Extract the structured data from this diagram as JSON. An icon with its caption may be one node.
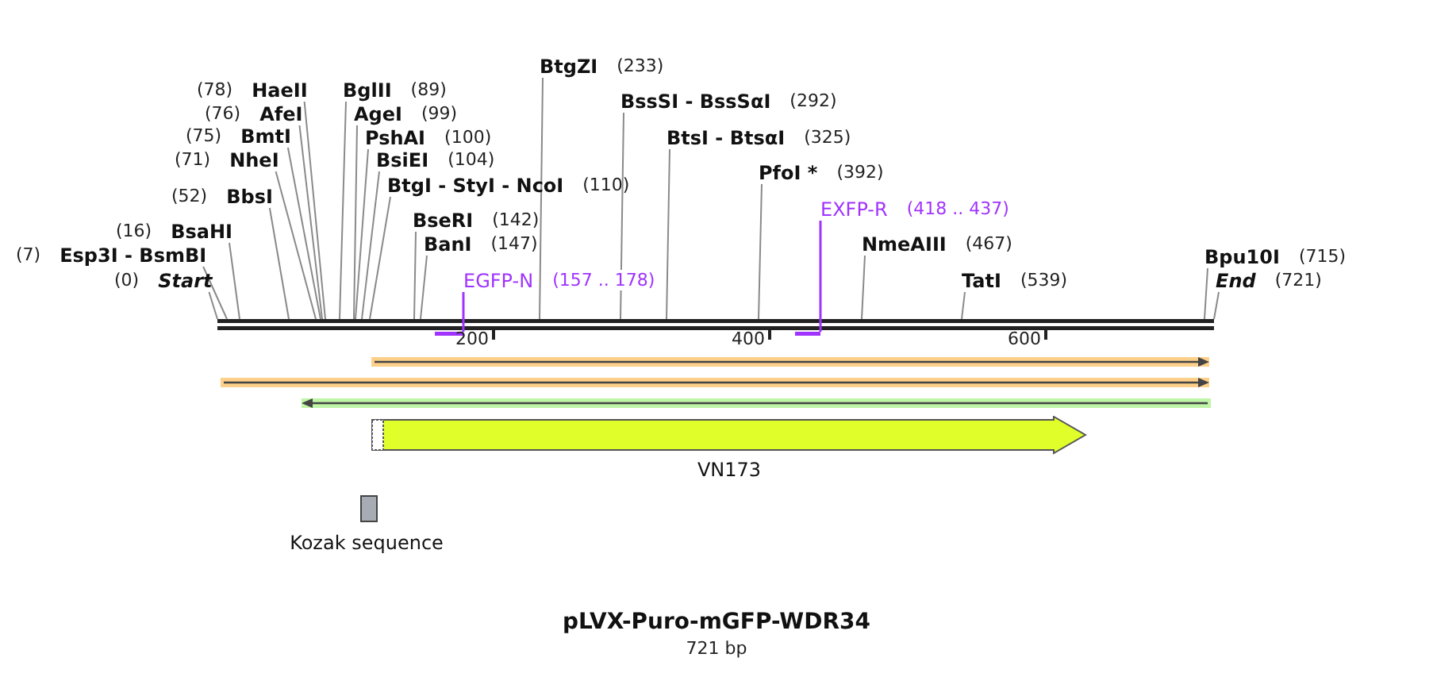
{
  "diagram": {
    "title": "pLVX-Puro-mGFP-WDR34",
    "caption": "721 bp",
    "nodes": [
      {
        "text": [
          "(0)",
          "Start"
        ]
      },
      {
        "text": [
          "(7)",
          "Esp3I - BsmBI"
        ]
      },
      {
        "text": [
          "(16)",
          "BsaHI"
        ]
      },
      {
        "text": [
          "(52)",
          "BbsI"
        ]
      },
      {
        "text": [
          "(71)",
          "NheI"
        ]
      },
      {
        "text": [
          "(75)",
          "BmtI"
        ]
      },
      {
        "text": [
          "(76)",
          "AfeI"
        ]
      },
      {
        "text": [
          "(78)",
          "HaeII"
        ]
      },
      {
        "text": [
          "BglII",
          "(89)"
        ]
      },
      {
        "text": [
          "AgeI",
          "(99)"
        ]
      },
      {
        "text": [
          "PshAI",
          "(100)"
        ]
      },
      {
        "text": [
          "BsiEI",
          "(104)"
        ]
      },
      {
        "text": [
          "BtgI - StyI - NcoI",
          "(110)"
        ]
      },
      {
        "text": [
          "BseRI",
          "(142)"
        ]
      },
      {
        "text": [
          "BanI",
          "(147)"
        ]
      },
      {
        "text": [
          "EGFP-N",
          "(157 .. 178)"
        ]
      },
      {
        "text": [
          "BtgZI",
          "(233)"
        ]
      },
      {
        "text": [
          "BssSI - BssSαI",
          "(292)"
        ]
      },
      {
        "text": [
          "BtsI - BtsαI",
          "(325)"
        ]
      },
      {
        "text": [
          "PfoI *",
          "(392)"
        ]
      },
      {
        "text": [
          "EXFP-R",
          "(418 .. 437)"
        ]
      },
      {
        "text": [
          "NmeAIII",
          "(467)"
        ]
      },
      {
        "text": [
          "TatI",
          "(539)"
        ]
      },
      {
        "text": [
          "Bpu10I",
          "(715)"
        ]
      },
      {
        "text": [
          "End",
          "(721)"
        ]
      },
      {
        "text": [],
        "shape": "bar"
      },
      {
        "text": [],
        "shape": "bar"
      },
      {
        "text": [],
        "shape": "bar"
      },
      {
        "text": [],
        "shape": "arrow"
      },
      {
        "text": [],
        "shape": "arrow"
      },
      {
        "text": [],
        "shape": "arrow"
      },
      {
        "text": [
          "VN173"
        ]
      },
      {
        "text": [
          "Kozak sequence"
        ]
      }
    ],
    "edges": [
      {
        "from": 0,
        "to": 25,
        "arrow": "none"
      },
      {
        "from": 1,
        "to": 25,
        "arrow": "none"
      },
      {
        "from": 2,
        "to": 25,
        "arrow": "none"
      },
      {
        "from": 3,
        "to": 25,
        "arrow": "none"
      },
      {
        "from": 4,
        "to": 25,
        "arrow": "none"
      },
      {
        "from": 5,
        "to": 25,
        "arrow": "none"
      },
      {
        "from": 6,
        "to": 25,
        "arrow": "none"
      },
      {
        "from": 7,
        "to": 25,
        "arrow": "none"
      },
      {
        "from": 8,
        "to": 25,
        "arrow": "none"
      },
      {
        "from": 9,
        "to": 25,
        "arrow": "none"
      },
      {
        "from": 10,
        "to": 25,
        "arrow": "none"
      },
      {
        "from": 11,
        "to": 25,
        "arrow": "none"
      },
      {
        "from": 12,
        "to": 25,
        "arrow": "none"
      },
      {
        "from": 13,
        "to": 25,
        "arrow": "none"
      },
      {
        "from": 14,
        "to": 25,
        "arrow": "none"
      },
      {
        "from": 15,
        "to": 26,
        "arrow": "none",
        "color": "#a033ff"
      },
      {
        "from": 16,
        "to": 25,
        "arrow": "none"
      },
      {
        "from": 17,
        "to": 25,
        "arrow": "none"
      },
      {
        "from": 18,
        "to": 25,
        "arrow": "none"
      },
      {
        "from": 19,
        "to": 25,
        "arrow": "none"
      },
      {
        "from": 20,
        "to": 27,
        "arrow": "none",
        "color": "#a033ff"
      },
      {
        "from": 21,
        "to": 25,
        "arrow": "none"
      },
      {
        "from": 22,
        "to": 25,
        "arrow": "none"
      },
      {
        "from": 23,
        "to": 25,
        "arrow": "none"
      },
      {
        "from": 24,
        "to": 25,
        "arrow": "none"
      }
    ],
    "labels": [
      "200",
      "400",
      "600"
    ]
  }
}
